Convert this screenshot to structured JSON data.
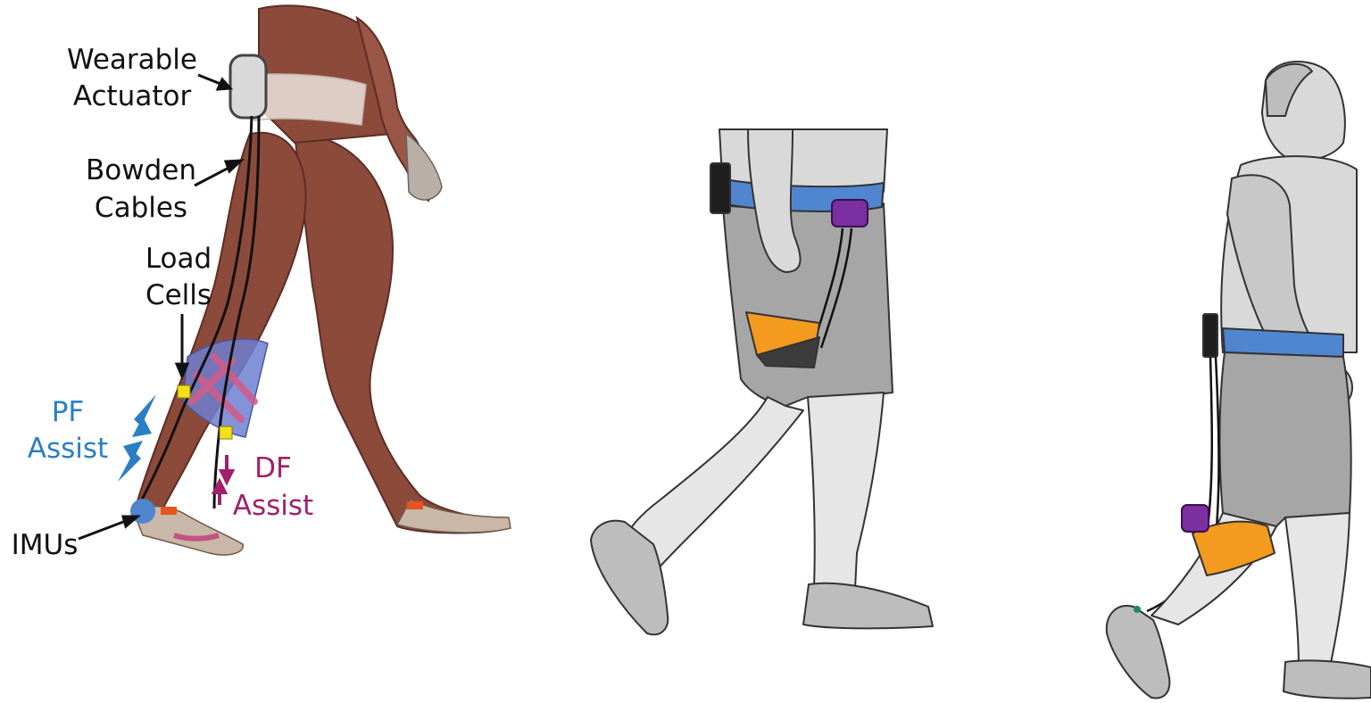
{
  "labels": {
    "wearable_actuator": [
      "Wearable",
      "Actuator"
    ],
    "bowden_cables": [
      "Bowden",
      "Cables"
    ],
    "load_cells": [
      "Load",
      "Cells"
    ],
    "pf_assist": [
      "PF",
      "Assist"
    ],
    "df_assist": [
      "DF",
      "Assist"
    ],
    "imus": "IMUs"
  },
  "colors": {
    "pf_assist": "#2a7fc4",
    "df_assist": "#a0206a",
    "belt": "#4f86cf",
    "actuator": "#7b2fa0",
    "knee_pad": "#f39a1f",
    "shorts": "#a6a6a6",
    "skin": "#d9d9d9",
    "muscle": "#8c4a3b",
    "load_cell": "#f2e01b",
    "imu": "#e8531f"
  },
  "icons": [
    "muscle-leg-figure",
    "walking-figure-side",
    "walking-figure-full"
  ]
}
